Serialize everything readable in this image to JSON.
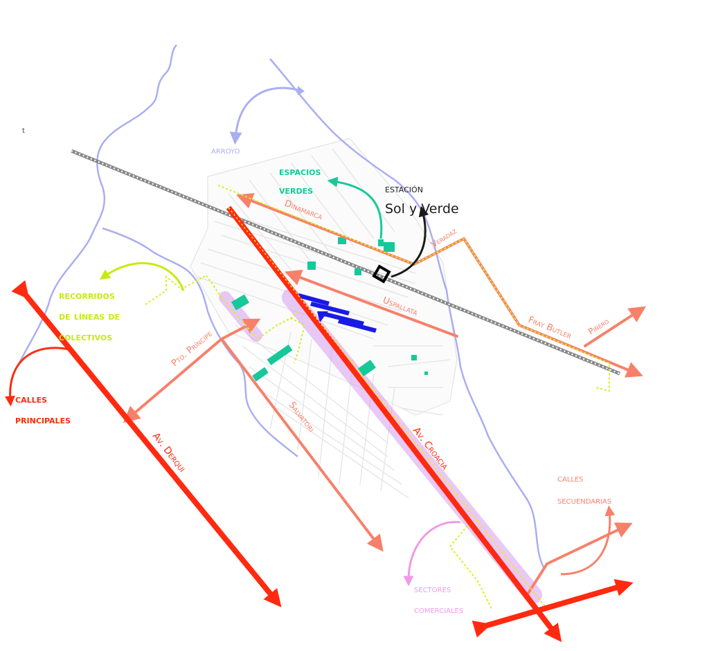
{
  "map": {
    "colors": {
      "stream": "#a9aef2",
      "railway": "#8a8a8a",
      "main_street": "#ff2a10",
      "secondary_street": "#f7806a",
      "bus_route": "#d6ef1e",
      "green_space": "#16c89a",
      "commercial": "#d79cf0",
      "station": "#000000",
      "blue_blocks": "#1a1ae6",
      "street_grid": "#dedede"
    },
    "legend_labels": {
      "stream": "arroyo",
      "green_spaces": "espacios verdes",
      "green_spaces_line1": "espacios",
      "green_spaces_line2": "verdes",
      "station_kicker": "estación",
      "station_name": "Sol y Verde",
      "bus_routes_line1": "recorridos",
      "bus_routes_line2": "de líneas de",
      "bus_routes_line3": "colectivos",
      "main_streets_line1": "calles",
      "main_streets_line2": "principales",
      "secondary_streets_line1": "calles",
      "secondary_streets_line2": "secuendarias",
      "commercial_line1": "sectores",
      "commercial_line2": "comerciales"
    },
    "street_names": {
      "dinamarca": "Dinamarca",
      "uspallata": "Uspallata",
      "fray_butler": "Fray Butler",
      "pinero": "Piñero",
      "veradaz": "Veradaz",
      "pto_principe": "Pto. Príncipe",
      "salvatori": "Salvatori",
      "av_croacia": "Av. Croacia",
      "av_derqui": "Av. Derqui"
    },
    "north_mark": "t"
  }
}
